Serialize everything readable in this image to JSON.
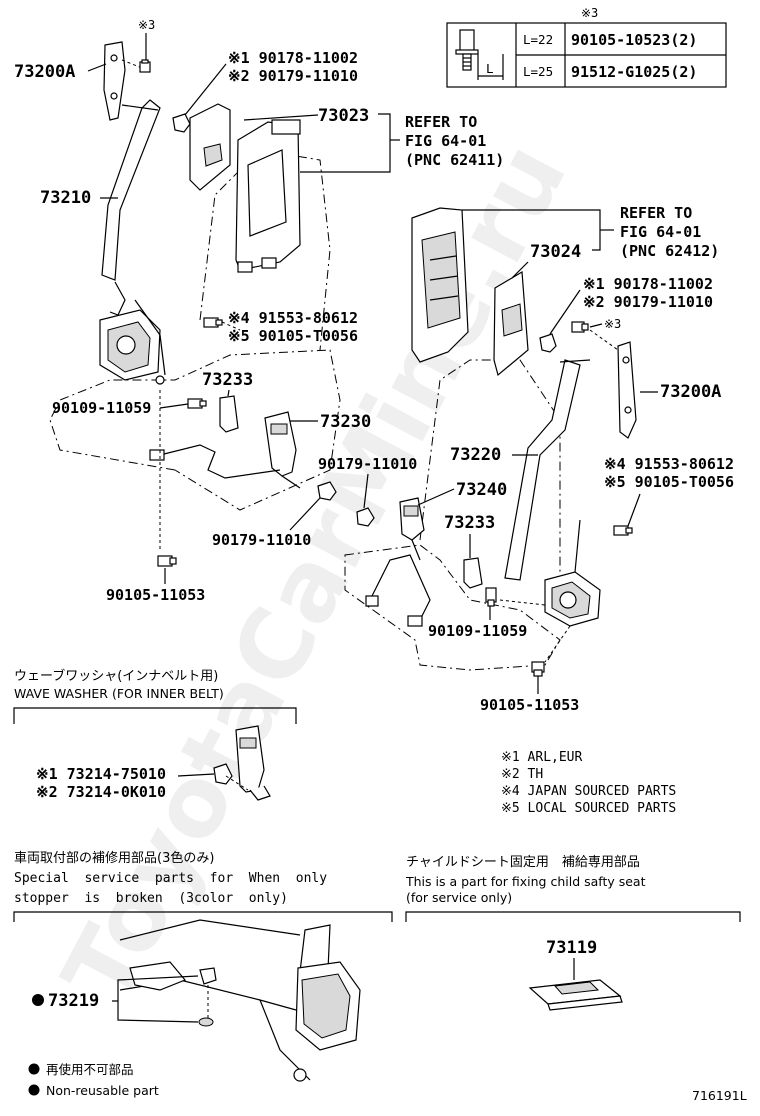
{
  "watermark": "ToyotaCarMine.ru",
  "bolt_table": {
    "marker": "※3",
    "rows": [
      {
        "length": "L=22",
        "part": "90105-10523(2)"
      },
      {
        "length": "L=25",
        "part": "91512-G1025(2)"
      }
    ],
    "dim_label": "L"
  },
  "left_assembly": {
    "anchor": "73200A",
    "anchor_bolt_marker": "※3",
    "nut_note_1": "※1 90178-11002",
    "nut_note_2": "※2 90179-11010",
    "pillar_trim": "73023",
    "ref_line1": "REFER TO",
    "ref_line2": "FIG 64-01",
    "ref_line3": "(PNC 62411)",
    "belt": "73210",
    "bolt_note_4": "※4 91553-80612",
    "bolt_note_5": "※5 90105-T0056",
    "cover": "73233",
    "bolt_1": "90109-11059",
    "buckle": "73230",
    "nut_lower": "90179-11010",
    "bolt_lower": "90105-11053"
  },
  "right_assembly": {
    "ref_line1": "REFER TO",
    "ref_line2": "FIG 64-01",
    "ref_line3": "(PNC 62412)",
    "pillar_trim": "73024",
    "nut_note_1": "※1 90178-11002",
    "nut_note_2": "※2 90179-11010",
    "anchor_bolt_marker": "※3",
    "anchor": "73200A",
    "belt": "73220",
    "nut_buckle": "90179-11010",
    "bolt_note_4": "※4 91553-80612",
    "bolt_note_5": "※5 90105-T0056",
    "buckle": "73240",
    "cover": "73233",
    "bolt_1": "90109-11059",
    "bolt_lower": "90105-11053"
  },
  "wave_washer": {
    "title_jp": "ウェーブワッシャ(インナベルト用)",
    "title_en": "WAVE WASHER (FOR INNER BELT)",
    "part_1": "※1 73214-75010",
    "part_2": "※2 73214-0K010"
  },
  "legend": {
    "items": [
      "※1 ARL,EUR",
      "※2 TH",
      "※4 JAPAN SOURCED PARTS",
      "※5 LOCAL SOURCED PARTS"
    ]
  },
  "repair_parts": {
    "title_jp": "車両取付部の補修用部品(3色のみ)",
    "line1": "Special  service  parts  for  When  only",
    "line2": "stopper  is  broken  (3color  only)",
    "part": "73219"
  },
  "child_seat": {
    "title_jp": "チャイルドシート固定用　補給専用部品",
    "line1": "This is a part for fixing child safty seat",
    "line2": "(for service only)",
    "part": "73119"
  },
  "non_reusable": {
    "jp": "再使用不可部品",
    "en": "Non-reusable part"
  },
  "figure_id": "716191L"
}
